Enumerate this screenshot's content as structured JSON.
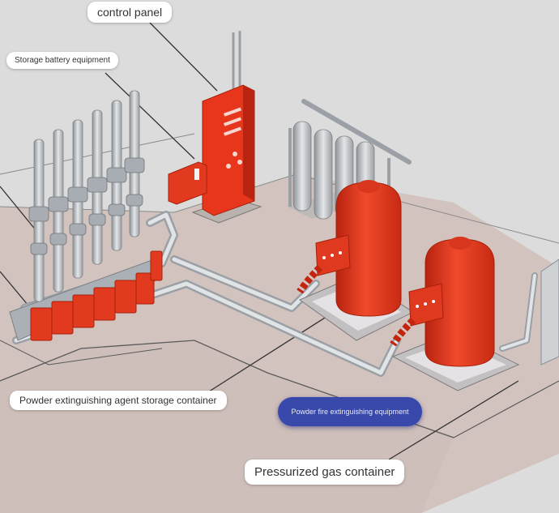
{
  "labels": {
    "control_panel": "control panel",
    "storage_battery": "Storage battery equipment",
    "powder_agent_container": "Powder extinguishing agent storage container",
    "powder_fire_equipment": "Powder fire extinguishing equipment",
    "pressurized_gas": "Pressurized gas container"
  },
  "colors": {
    "background": "#dcdcdc",
    "floor": "#d2c2bd",
    "equipment_red": "#e8361c",
    "pipe": "#c9cdd1",
    "label_highlight": "#3949ab"
  }
}
